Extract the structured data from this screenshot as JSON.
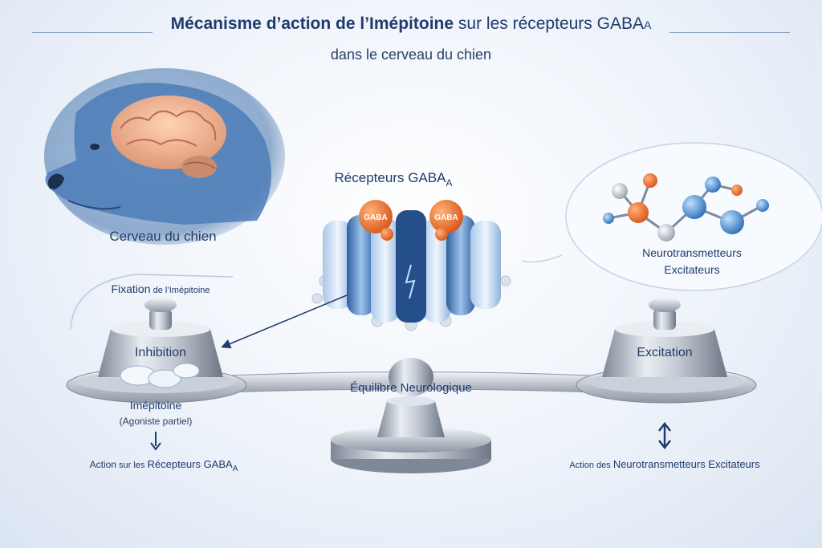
{
  "title": {
    "part1": "Mécanisme d’action de l’Imépitoine",
    "part2": " sur les récepteurs GABA",
    "part2_sub": "A",
    "subtitle": "dans le cerveau du chien"
  },
  "brain": {
    "label": "Cerveau du chien"
  },
  "receptor": {
    "label": "Récepteurs GABA",
    "label_sub": "A",
    "badge1": "GABA",
    "badge2": "GABA"
  },
  "neuro": {
    "line1": "Neurotransmetteurs",
    "line2": "Excitateurs"
  },
  "fixation": {
    "bold": "Fixation",
    "rest": " de l’Imépitoine"
  },
  "left_weight": {
    "label": "Inhibition"
  },
  "right_weight": {
    "label": "Excitation"
  },
  "beam": {
    "label": "Équilibre Neurologique"
  },
  "drug": {
    "name": "Imépitoine",
    "note": "(Agoniste partiel)"
  },
  "bottom_left": {
    "small": "Action",
    "mid": " sur les ",
    "bold": "Récepteurs GABA",
    "sub": "A"
  },
  "bottom_right": {
    "small": "Action des ",
    "bold": "Neurotransmetteurs Excitateurs"
  },
  "colors": {
    "navy": "#1f3b6e",
    "orange": "#e8702a",
    "blue": "#3f7fc4",
    "steel": "#9aa5b4"
  }
}
